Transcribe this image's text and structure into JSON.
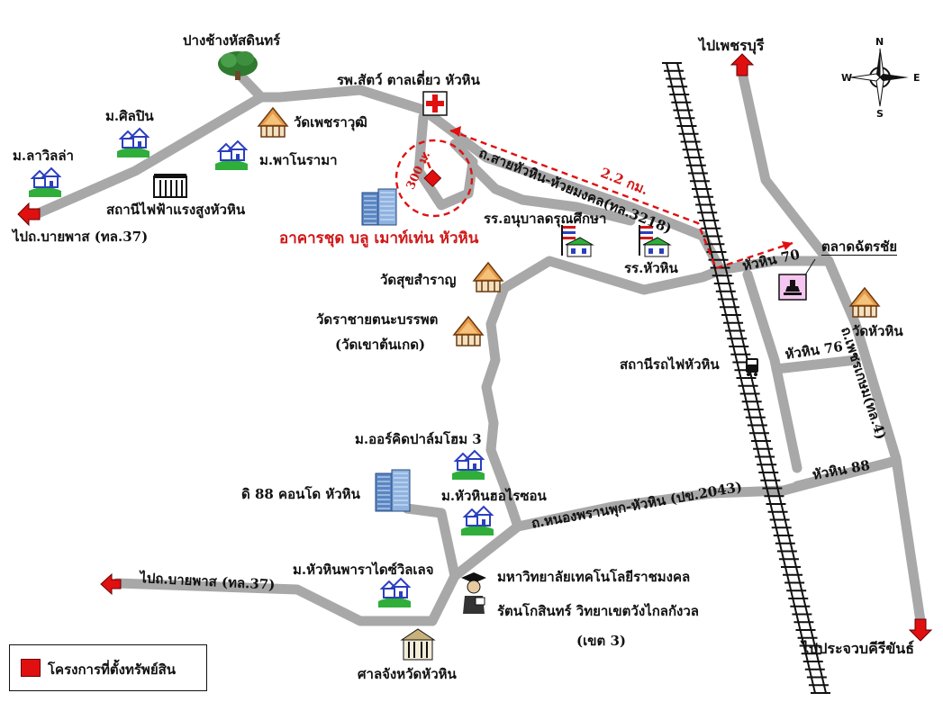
{
  "labels": {
    "pang_chang": "ปางช้างหัสดินทร์",
    "silapin": "ม.ศิลปิน",
    "lavilla": "ม.ลาวิลล่า",
    "wat_phet": "วัดเพชราวุฒิ",
    "panorama": "ม.พาโนรามา",
    "substation": "สถานีไฟฟ้าแรงสูงหัวหิน",
    "to_bypass_top": "ไปถ.บายพาส (ทล.37)",
    "vet_hospital": "รพ.สัตว์ ตาลเดี่ยว หัวหิน",
    "project_name": "อาคารชุด บลู เมาท์เท่น หัวหิน",
    "radius": "300 ม.",
    "distance": "2.2 กม.",
    "road_3218": "ถ.สายหัวหิน-ห้วยมงคล(ทล.3218)",
    "kindergarten": "รร.อนุบาลดรุณศึกษา",
    "huahin_school": "รร.หัวหิน",
    "wat_sukh": "วัดสุขสำราญ",
    "wat_racha": "วัดราชายตนะบรรพต",
    "wat_khao": "(วัดเขาต้นเกด)",
    "to_phetchaburi": "ไปเพชรบุรี",
    "market": "ตลาดฉัตรชัย",
    "soi70": "หัวหิน 70",
    "soi76": "หัวหิน 76",
    "soi88": "หัวหิน 88",
    "wat_huahin": "วัดหัวหิน",
    "station": "สถานีรถไฟหัวหิน",
    "phetkasem": "ถ.เพชรเกษม(ทล.4)",
    "orchid": "ม.ออร์คิดปาล์มโฮม 3",
    "d88": "ดิ 88 คอนโด หัวหิน",
    "horizon": "ม.หัวหินฮอไรซอน",
    "road_2043": "ถ.หนองพรานพุก-หัวหิน (ปข.2043)",
    "to_bypass_bottom": "ไปถ.บายพาส (ทล.37)",
    "paradise": "ม.หัวหินพาราไดซ์วิลเลจ",
    "uni1": "มหาวิทยาลัยเทคโนโลยีราชมงคล",
    "uni2": "รัตนโกสินทร์ วิทยาเขตวังไกลกังวล",
    "uni3": "(เขต 3)",
    "court": "ศาลจังหวัดหัวหิน",
    "to_prachuap": "ไปประจวบคีรีขันธ์"
  },
  "legend": {
    "label": "โครงการที่ตั้งทรัพย์สิน",
    "color": "#e01010"
  },
  "compass": {
    "n": "N",
    "s": "S",
    "e": "E",
    "w": "W"
  },
  "colors": {
    "road": "#a8a8a8",
    "route": "#e01010",
    "rail": "#111111",
    "project": "#e01010",
    "label_red": "#d01818"
  },
  "icons": {
    "pang_chang": "elephant-camp-tree-icon",
    "silapin": "village-house-icon",
    "lavilla": "village-house-icon",
    "wat_phet": "temple-icon",
    "panorama": "village-house-icon",
    "substation": "power-substation-icon",
    "vet_hospital": "hospital-cross-icon",
    "project": "project-marker-icon",
    "project_building": "condo-building-icon",
    "kindergarten": "school-flag-icon",
    "huahin_school": "school-flag-icon",
    "wat_sukh": "temple-icon",
    "wat_racha": "temple-icon",
    "market": "market-icon",
    "wat_huahin": "temple-icon",
    "station": "train-icon",
    "orchid": "village-house-icon",
    "d88": "condo-building-icon",
    "horizon": "village-house-icon",
    "paradise": "village-house-icon",
    "university": "graduate-icon",
    "court": "court-building-icon",
    "to_phetchaburi": "arrow-up-icon",
    "to_prachuap": "arrow-down-icon",
    "to_bypass": "arrow-left-icon",
    "compass": "compass-icon"
  }
}
